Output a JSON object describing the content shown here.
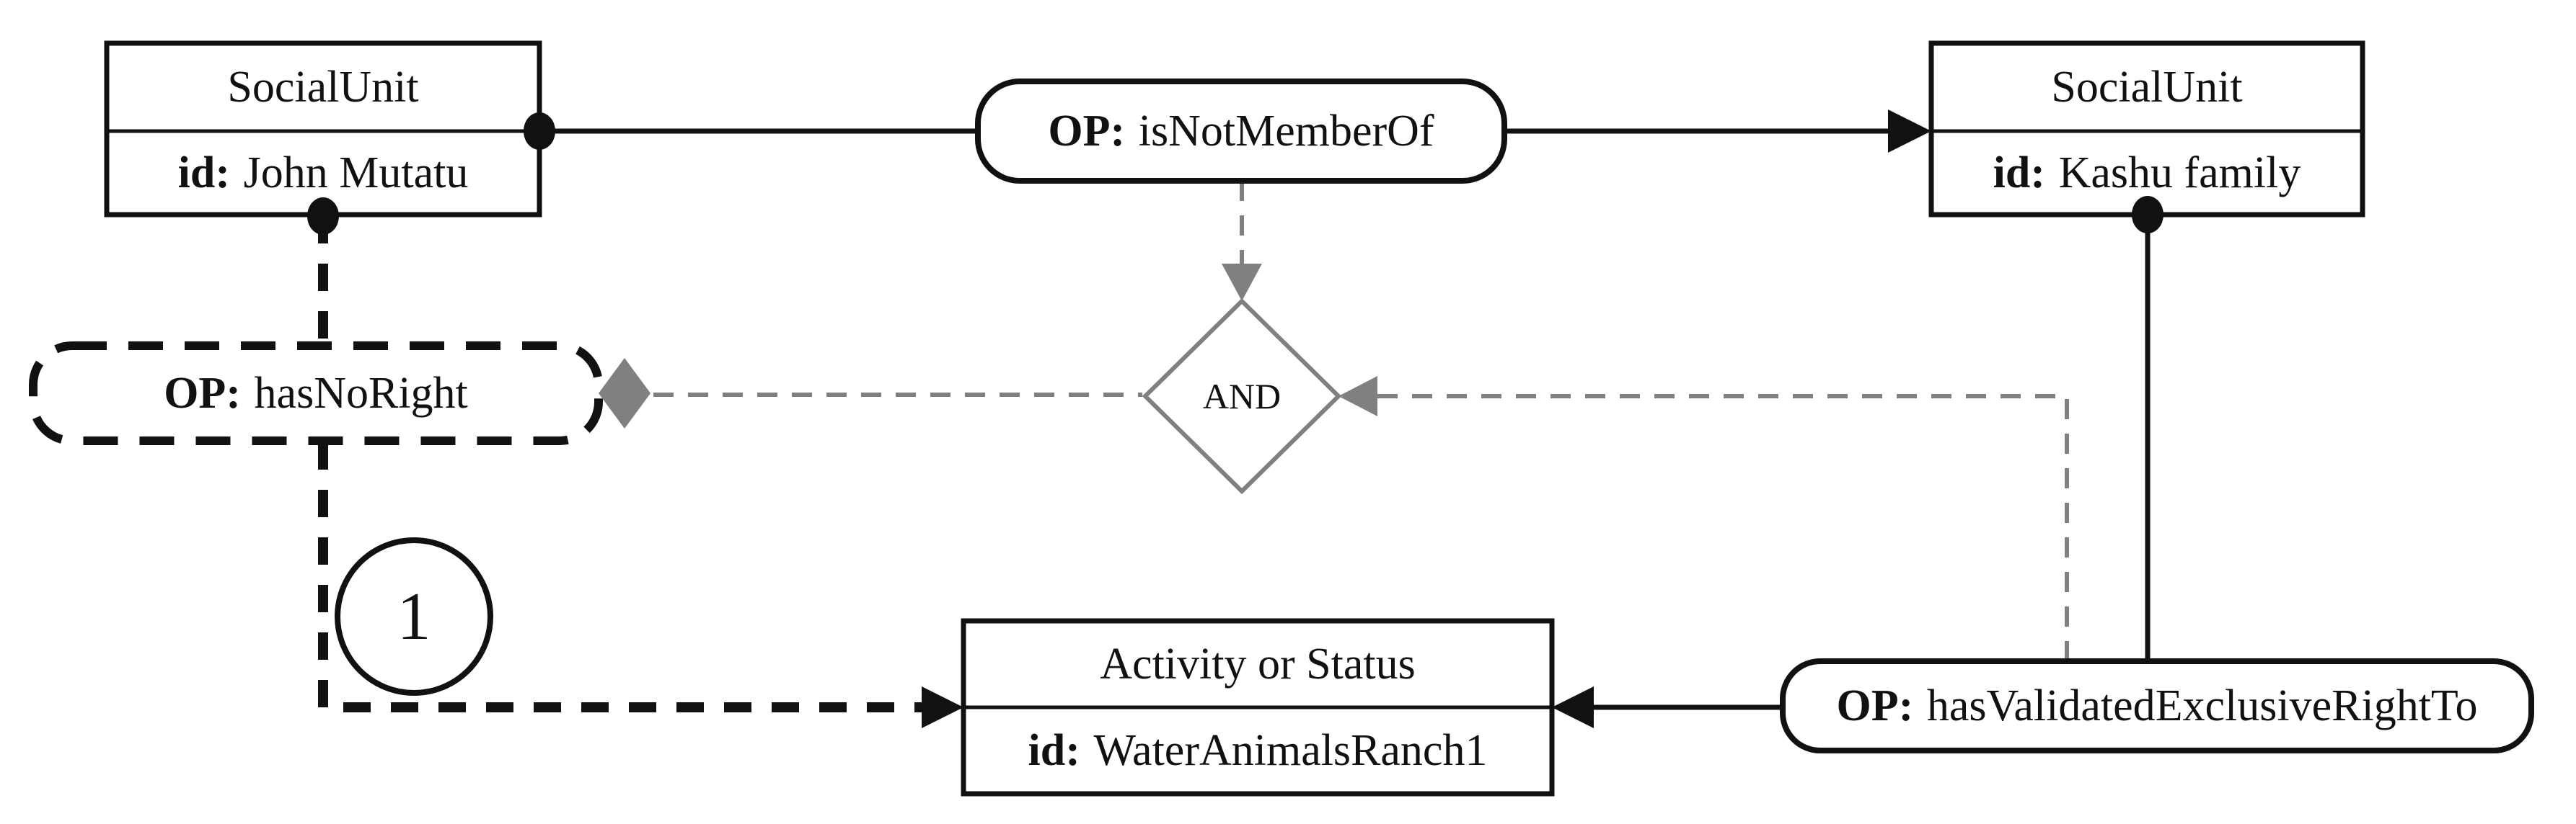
{
  "colors": {
    "line_black": "#111111",
    "line_gray": "#808080",
    "canvas_bg": "#ffffff"
  },
  "diagram": {
    "social_unit_left": {
      "type_label": "SocialUnit",
      "id_prefix": "id:",
      "id_value": "John Mutatu"
    },
    "social_unit_right": {
      "type_label": "SocialUnit",
      "id_prefix": "id:",
      "id_value": "Kashu family"
    },
    "activity_status": {
      "type_label": "Activity or Status",
      "id_prefix": "id:",
      "id_value": "WaterAnimalsRanch1"
    },
    "op_is_not_member_of": {
      "op_prefix": "OP:",
      "op_value": "isNotMemberOf"
    },
    "op_has_no_right": {
      "op_prefix": "OP:",
      "op_value": "hasNoRight"
    },
    "op_has_validated_exclusive_right_to": {
      "op_prefix": "OP:",
      "op_value": "hasValidatedExclusiveRightTo"
    },
    "and_connector": {
      "label": "AND"
    },
    "cardinality_marker": {
      "label": "1"
    }
  }
}
